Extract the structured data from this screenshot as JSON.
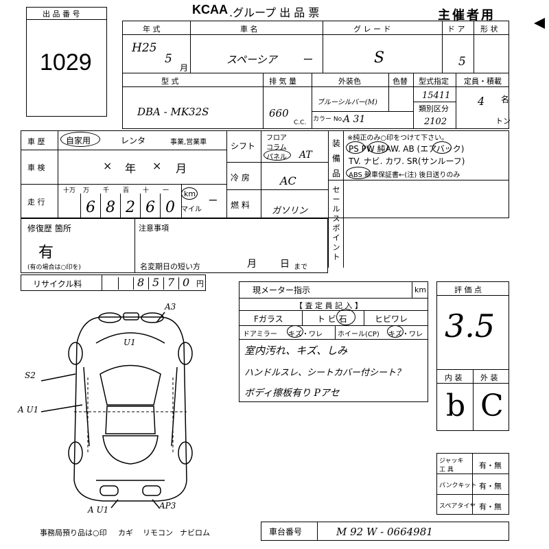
{
  "header": {
    "lot_label": "出 品 番 号",
    "lot_number": "1029",
    "brand": "KCAA",
    "title": ".グループ 出 品 票",
    "copy_label": "主催者用"
  },
  "vehicle": {
    "year_label": "年 式",
    "year_value": "H25",
    "month_value": "5",
    "month_unit": "月",
    "name_label": "車 名",
    "name_value": "スペーシア",
    "name_dash": "ー",
    "grade_label": "グ レ ー ド",
    "grade_value": "S",
    "doors_label": "ド ア",
    "doors_value": "5",
    "body_label": "形 状",
    "model_label": "型 式",
    "model_value": "DBA - MK32S",
    "displacement_label": "排 気 量",
    "displacement_value": "660",
    "cc_unit": "C.C.",
    "color_label": "外装色",
    "color_value": "ブルーシルバー(M)",
    "color_no_label": "カラー No.",
    "color_no_value": "A 31",
    "color_change_label": "色替",
    "type_spec_label": "型式指定",
    "type_spec_value": "15411",
    "class_label": "類別区分",
    "class_value": "2102",
    "capacity_label": "定員・積載",
    "capacity_value": "4",
    "capacity_unit": "名",
    "ton_unit": "トン"
  },
  "usage": {
    "history_label": "車 歴",
    "private_label": "自家用",
    "rental_label": "レンタ",
    "business_label": "事業,営業車",
    "inspection_label": "車 検",
    "inspection_year_mark": "×",
    "inspection_year_unit": "年",
    "inspection_month_mark": "×",
    "inspection_month_unit": "月",
    "mileage_label": "走 行",
    "digit_labels": [
      "十万",
      "万",
      "千",
      "百",
      "十",
      "一"
    ],
    "mileage_digits": [
      "",
      "6",
      "8",
      "2",
      "6",
      "0"
    ],
    "km_label": "km",
    "mile_label": "マイル",
    "mileage_dash": "ー"
  },
  "shift": {
    "shift_label": "シフト",
    "floor_label": "フロア",
    "column_label": "コラム",
    "panel_label": "パネル",
    "shift_value": "AT",
    "ac_label": "冷 房",
    "ac_value": "AC",
    "fuel_label": "燃 料",
    "fuel_value": "ガソリン"
  },
  "equipment": {
    "side_label": "装 備 品",
    "note": "※純正のみ○印をつけて下さい。",
    "line1": "PS  PW  純AW.  AB (エアバック)",
    "line2": "TV. ナビ. カワ. SR(サンルーフ)",
    "line3": "ABS    新車保証書←(注) 後日送りのみ",
    "sales_point_label": "セールスポイント"
  },
  "repair": {
    "label": "修復歴 箇所",
    "value": "有",
    "note": "(有の場合は○印を)",
    "caution_label": "注意事項",
    "rename_label": "名変期日の短い方",
    "month_unit": "月",
    "day_unit": "日",
    "until_label": "まで"
  },
  "recycle": {
    "label": "リサイクル料",
    "digits": [
      "",
      "",
      "8",
      "5",
      "7",
      "0"
    ],
    "unit": "円"
  },
  "inspector": {
    "meter_label": "現メーター指示",
    "km_unit": "km",
    "entry_label": "【 査 定 員 記 入 】",
    "glass_label": "Fガラス",
    "chip_label": "ト ビ 石",
    "crack_label": "ヒビワレ",
    "mirror_label": "ドアミラー",
    "mirror_opts": "キズ・ワレ",
    "wheel_label": "ホイール(CP)",
    "wheel_opts": "キズ・ワレ",
    "notes": [
      "室内汚れ、キズ、しみ",
      "ハンドルスレ、シートカバー付シート？",
      "ボディ擦板有り  Pアセ"
    ]
  },
  "evaluation": {
    "score_label": "評 価 点",
    "score_value": "3.5",
    "interior_label": "内 装",
    "exterior_label": "外 装",
    "interior_value": "b",
    "exterior_value": "C"
  },
  "tools": [
    {
      "label": "ジャッキ 工 具",
      "value": "有・無"
    },
    {
      "label": "パンクキット",
      "value": "有・無"
    },
    {
      "label": "スペアタイヤ",
      "value": "有・無"
    }
  ],
  "diagram": {
    "marks": [
      "A3",
      "U1",
      "S2",
      "A U1",
      "A U1",
      "AP3"
    ]
  },
  "footer": {
    "office_note": "事務局預り品は○印",
    "key": "カギ",
    "remote": "リモコン",
    "navi": "ナビロム",
    "chassis_label": "車台番号",
    "chassis_value": "M 92 W - 0664981"
  }
}
